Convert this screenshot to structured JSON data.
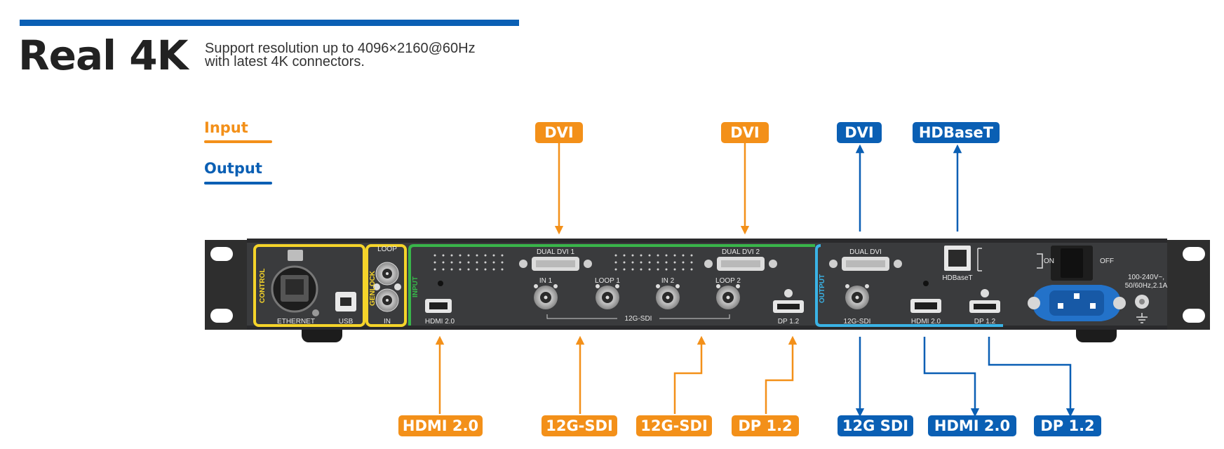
{
  "header": {
    "title": "Real 4K",
    "subtitle_line1": "Support resolution up to 4096×2160@60Hz",
    "subtitle_line2": "with latest 4K connectors."
  },
  "legend": {
    "input_label": "Input",
    "output_label": "Output",
    "input_color": "#f39019",
    "output_color": "#0a5fb4"
  },
  "callouts": {
    "top_input_dvi_1": "DVI",
    "top_input_dvi_2": "DVI",
    "top_output_dvi": "DVI",
    "top_output_hdbaset": "HDBaseT",
    "bottom_input_hdmi": "HDMI 2.0",
    "bottom_input_sdi_1": "12G-SDI",
    "bottom_input_sdi_2": "12G-SDI",
    "bottom_input_dp": "DP 1.2",
    "bottom_output_sdi": "12G SDI",
    "bottom_output_hdmi": "HDMI 2.0",
    "bottom_output_dp": "DP 1.2"
  },
  "panel": {
    "section_control": "CONTROL",
    "section_genlock": "GENLOCK",
    "section_input": "INPUT",
    "section_output": "OUTPUT",
    "ethernet": "ETHERNET",
    "usb": "USB",
    "genlock_loop": "LOOP",
    "genlock_in": "IN",
    "hdmi_in": "HDMI 2.0",
    "dual_dvi_1": "DUAL DVI 1",
    "dual_dvi_2": "DUAL DVI 2",
    "sdi_in1": "IN 1",
    "sdi_loop1": "LOOP 1",
    "sdi_in2": "IN 2",
    "sdi_loop2": "LOOP 2",
    "sdi_group": "12G-SDI",
    "dp_in": "DP 1.2",
    "dual_dvi_out": "DUAL DVI",
    "sdi_out": "12G-SDI",
    "hdmi_out": "HDMI 2.0",
    "dp_out": "DP 1.2",
    "hdbaset": "HDBaseT",
    "switch_on": "ON",
    "switch_off": "OFF",
    "power_spec_1": "100-240V~,",
    "power_spec_2": "50/60Hz,2.1A"
  }
}
